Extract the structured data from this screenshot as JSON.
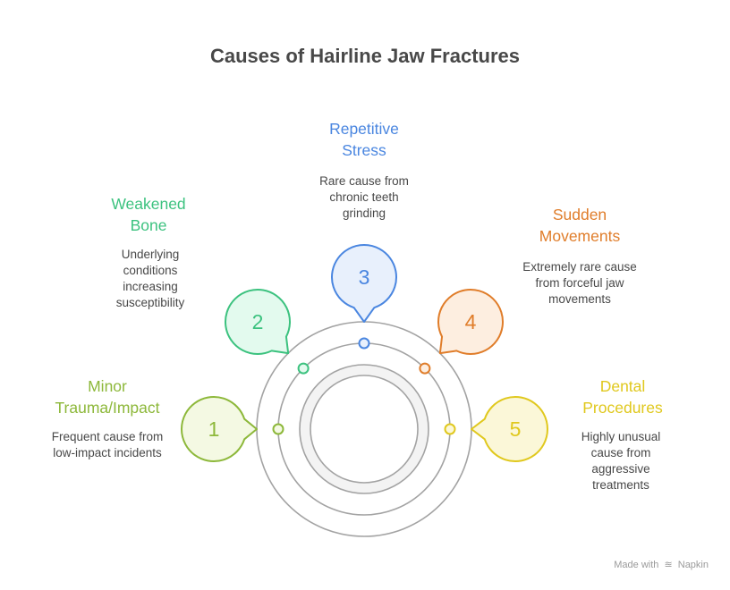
{
  "title": "Causes of Hairline Jaw Fractures",
  "items": [
    {
      "number": "1",
      "label_lines": [
        "Minor",
        "Trauma/Impact"
      ],
      "desc_lines": [
        "Frequent cause from",
        "low-impact incidents"
      ],
      "color": "#8db83a",
      "fill": "#f4f9e3"
    },
    {
      "number": "2",
      "label_lines": [
        "Weakened",
        "Bone"
      ],
      "desc_lines": [
        "Underlying",
        "conditions",
        "increasing",
        "susceptibility"
      ],
      "color": "#3cc27f",
      "fill": "#e3faee"
    },
    {
      "number": "3",
      "label_lines": [
        "Repetitive",
        "Stress"
      ],
      "desc_lines": [
        "Rare cause from",
        "chronic teeth",
        "grinding"
      ],
      "color": "#4a86e0",
      "fill": "#e8f0fc"
    },
    {
      "number": "4",
      "label_lines": [
        "Sudden",
        "Movements"
      ],
      "desc_lines": [
        "Extremely rare cause",
        "from forceful jaw",
        "movements"
      ],
      "color": "#e07d2a",
      "fill": "#fdeee0"
    },
    {
      "number": "5",
      "label_lines": [
        "Dental",
        "Procedures"
      ],
      "desc_lines": [
        "Highly unusual",
        "cause from",
        "aggressive",
        "treatments"
      ],
      "color": "#e0c81d",
      "fill": "#fbf7d8"
    }
  ],
  "footer": {
    "made_with": "Made with",
    "brand": "Napkin",
    "logo_icon": "napkin-logo-icon"
  }
}
